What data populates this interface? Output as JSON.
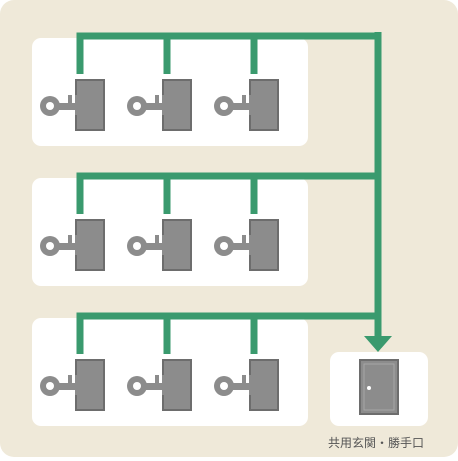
{
  "diagram": {
    "caption": "共用玄関・勝手口",
    "units_per_floor": 3,
    "floor_count": 3,
    "colors": {
      "frame_bg": "#efe9d9",
      "panel_bg": "#ffffff",
      "line": "#3a9a6e",
      "door_gray": "#8c8c8c",
      "door_border": "#6d6d6d",
      "key_gray": "#8c8c8c"
    },
    "icons": {
      "unit": "door-with-key-icon",
      "common_entrance": "door-icon",
      "connector": "arrow-down-icon"
    }
  }
}
